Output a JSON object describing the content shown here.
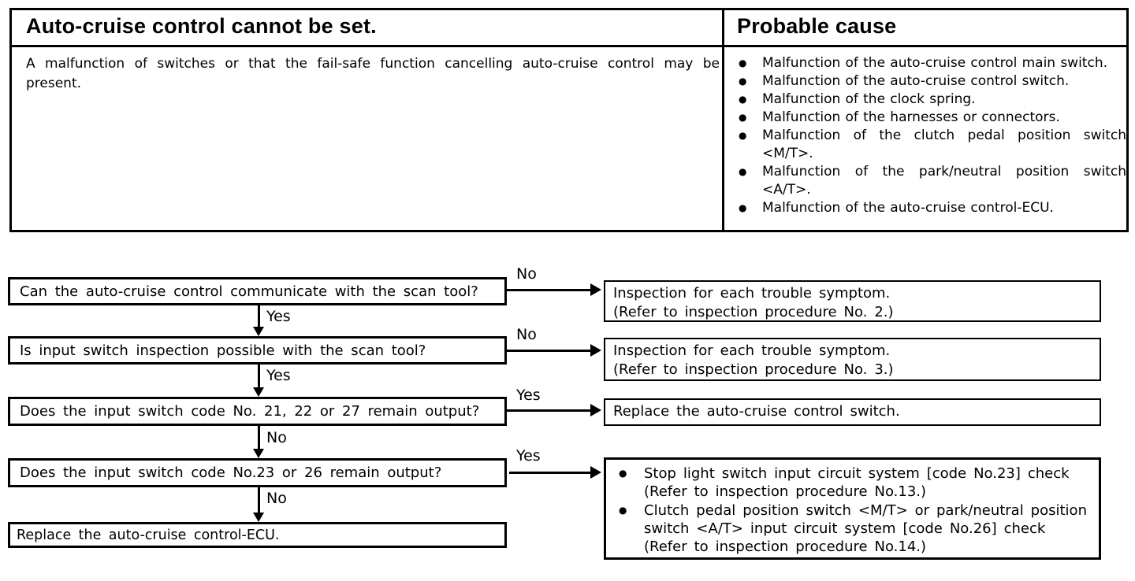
{
  "symptom_table": {
    "symptom_header": "Auto-cruise control cannot be set.",
    "cause_header": "Probable cause",
    "comment": "A malfunction of switches or that the fail-safe function cancelling auto-cruise control may be present.",
    "bullet_glyph": "●",
    "probable_causes": [
      "Malfunction of the auto-cruise control main switch.",
      "Malfunction of the auto-cruise control switch.",
      "Malfunction of the clock spring.",
      "Malfunction of the harnesses or connectors.",
      "Malfunction of the clutch pedal position switch <M/T>.",
      "Malfunction of the park/neutral position switch <A/T>.",
      "Malfunction of the auto-cruise control-ECU."
    ]
  },
  "flowchart": {
    "decisions": [
      {
        "text": "Can the auto-cruise control communicate with the scan tool?",
        "side_branch": "No",
        "down_branch": "Yes"
      },
      {
        "text": "Is input switch inspection possible with the scan tool?",
        "side_branch": "No",
        "down_branch": "Yes"
      },
      {
        "text": "Does the input switch code No. 21, 22 or 27 remain output?",
        "side_branch": "Yes",
        "down_branch": "No"
      },
      {
        "text": "Does the input switch code No.23 or 26 remain output?",
        "side_branch": "Yes",
        "down_branch": "No"
      }
    ],
    "terminal": "Replace the auto-cruise control-ECU.",
    "results": [
      {
        "lines": [
          "Inspection for each trouble symptom.",
          "(Refer to inspection procedure No. 2.)"
        ]
      },
      {
        "lines": [
          "Inspection for each trouble symptom.",
          "(Refer to inspection procedure No. 3.)"
        ]
      },
      {
        "lines": [
          "Replace the auto-cruise control switch."
        ]
      },
      {
        "bullets": [
          [
            "Stop light switch input circuit system [code No.23] check",
            "(Refer to inspection procedure No.13.)"
          ],
          [
            "Clutch pedal position switch <M/T> or park/neutral position",
            "switch <A/T> input circuit system [code No.26] check",
            "(Refer to inspection procedure No.14.)"
          ]
        ]
      }
    ]
  },
  "colors": {
    "ink": "#000000",
    "paper": "#ffffff"
  }
}
